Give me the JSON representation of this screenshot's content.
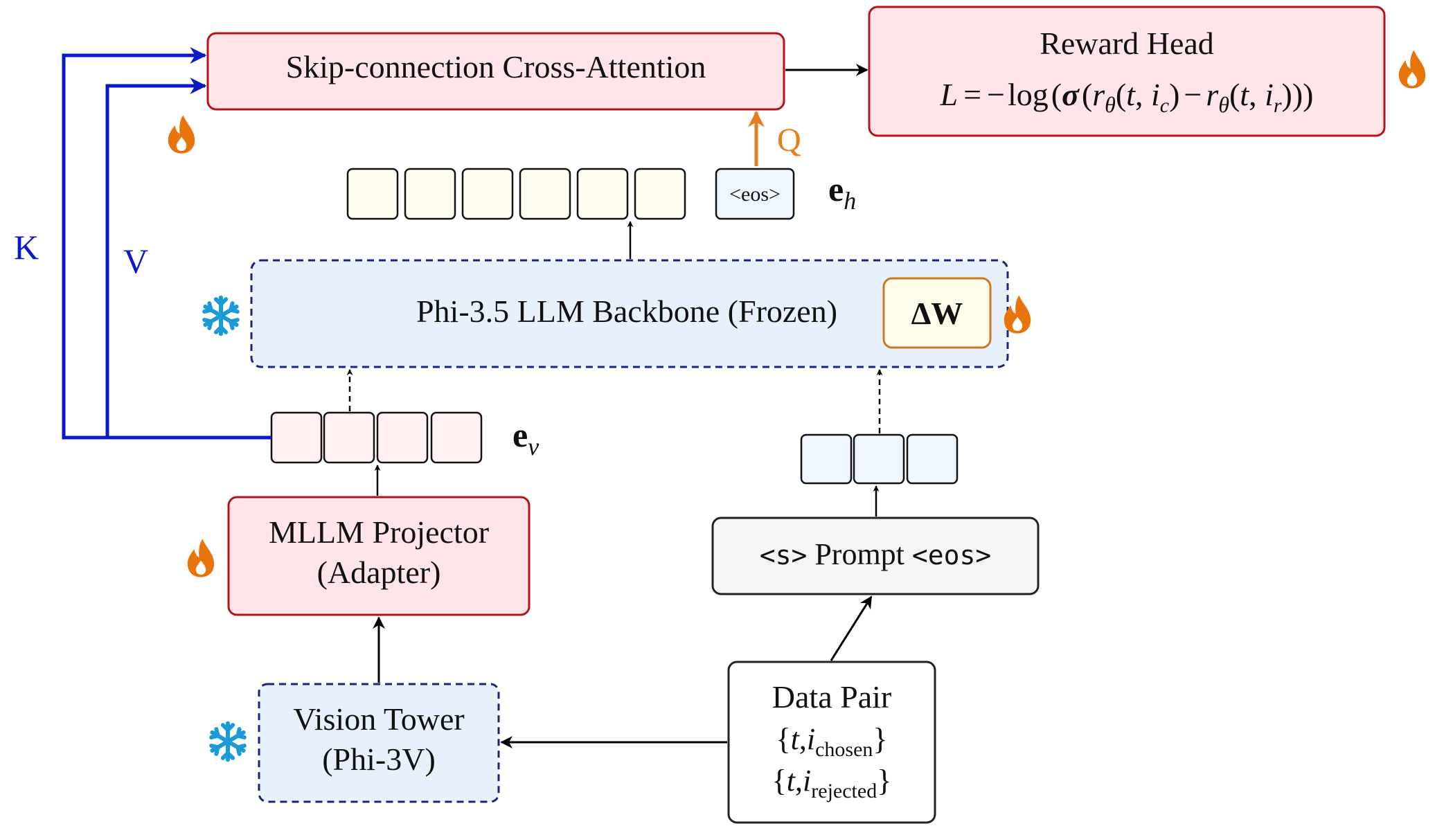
{
  "colors": {
    "red_box_fill": "#ffe5e8",
    "red_box_stroke": "#b5121b",
    "frozen_fill": "#e8f1fb",
    "frozen_stroke": "#1a237e",
    "token_yellow": "#fffcf0",
    "token_pink": "#fff0f2",
    "token_blue": "#eef5fc",
    "prompt_fill": "#f5f5f5",
    "delta_fill": "#fffbea",
    "delta_stroke": "#c87a1e",
    "kv_blue": "#0a18c8",
    "query_orange": "#e67e22",
    "flame": "#e8740c",
    "snowflake": "#1a9ad6"
  },
  "icons": {
    "trainable": "flame-icon",
    "frozen": "snowflake-icon"
  },
  "nodes": {
    "cross_attention": "Skip-connection Cross-Attention",
    "reward_head_title": "Reward Head",
    "loss_formula": {
      "lhs": "L",
      "eq": "=",
      "neg": "−",
      "log": "log",
      "sigma": "σ",
      "r": "r",
      "theta": "θ",
      "t": "t",
      "i": "i",
      "c": "c",
      "minus": "−",
      "rsub": "r"
    },
    "llm_backbone": "Phi-3.5 LLM Backbone (Frozen)",
    "delta_w": "ΔW",
    "projector_line1": "MLLM Projector",
    "projector_line2": "(Adapter)",
    "vision_line1": "Vision Tower",
    "vision_line2": "(Phi-3V)",
    "prompt": {
      "start": "<s>",
      "text": " Prompt ",
      "end": "<eos>"
    },
    "data_pair_title": "Data Pair",
    "data_pair_chosen": {
      "open": "{",
      "t": "t",
      "comma": ",",
      "i": "i",
      "sub": "chosen",
      "close": "}"
    },
    "data_pair_rejected": {
      "open": "{",
      "t": "t",
      "comma": ",",
      "i": "i",
      "sub": "rejected",
      "close": "}"
    }
  },
  "tokens": {
    "eos_token": "<eos>",
    "hidden_label": {
      "base": "e",
      "sub": "h"
    },
    "visual_label": {
      "base": "e",
      "sub": "v"
    }
  },
  "edge_labels": {
    "key": "K",
    "value": "V",
    "query": "Q"
  }
}
